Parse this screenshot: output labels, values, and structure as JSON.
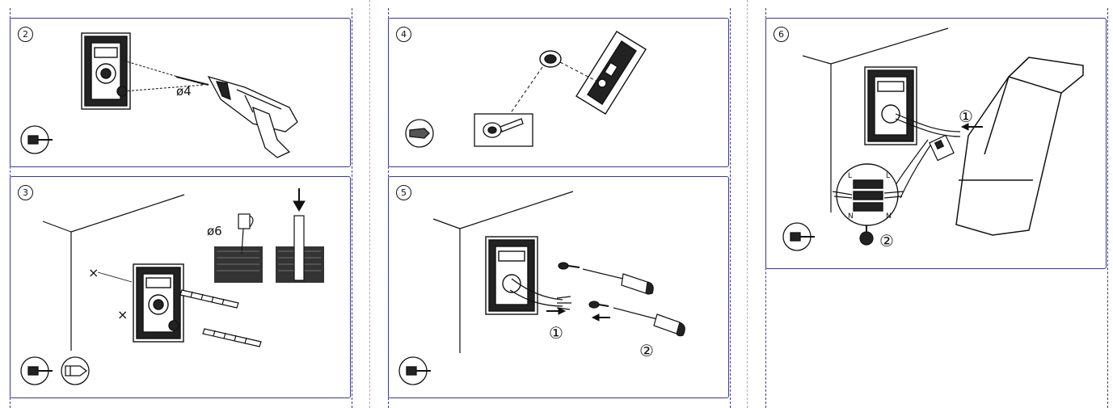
{
  "panels": [
    {
      "step": "2",
      "labels": {
        "drill_diameter": "ø4"
      }
    },
    {
      "step": "3",
      "labels": {
        "plug_diameter": "ø6"
      }
    },
    {
      "step": "4",
      "labels": {}
    },
    {
      "step": "5",
      "labels": {
        "seq_1": "①",
        "seq_2": "②"
      }
    },
    {
      "step": "6",
      "labels": {
        "seq_1": "①",
        "seq_2": "②",
        "term_l_left": "L",
        "term_l_right": "L",
        "term_n_left": "N",
        "term_n_right": "N"
      }
    }
  ],
  "icons": {
    "panel2": [
      "screwdriver-icon"
    ],
    "panel3": [
      "screwdriver-icon",
      "pencil-icon"
    ],
    "panel4": [
      "tool-icon"
    ],
    "panel5": [
      "screwdriver-icon"
    ],
    "panel6": [
      "screwdriver-icon"
    ]
  }
}
